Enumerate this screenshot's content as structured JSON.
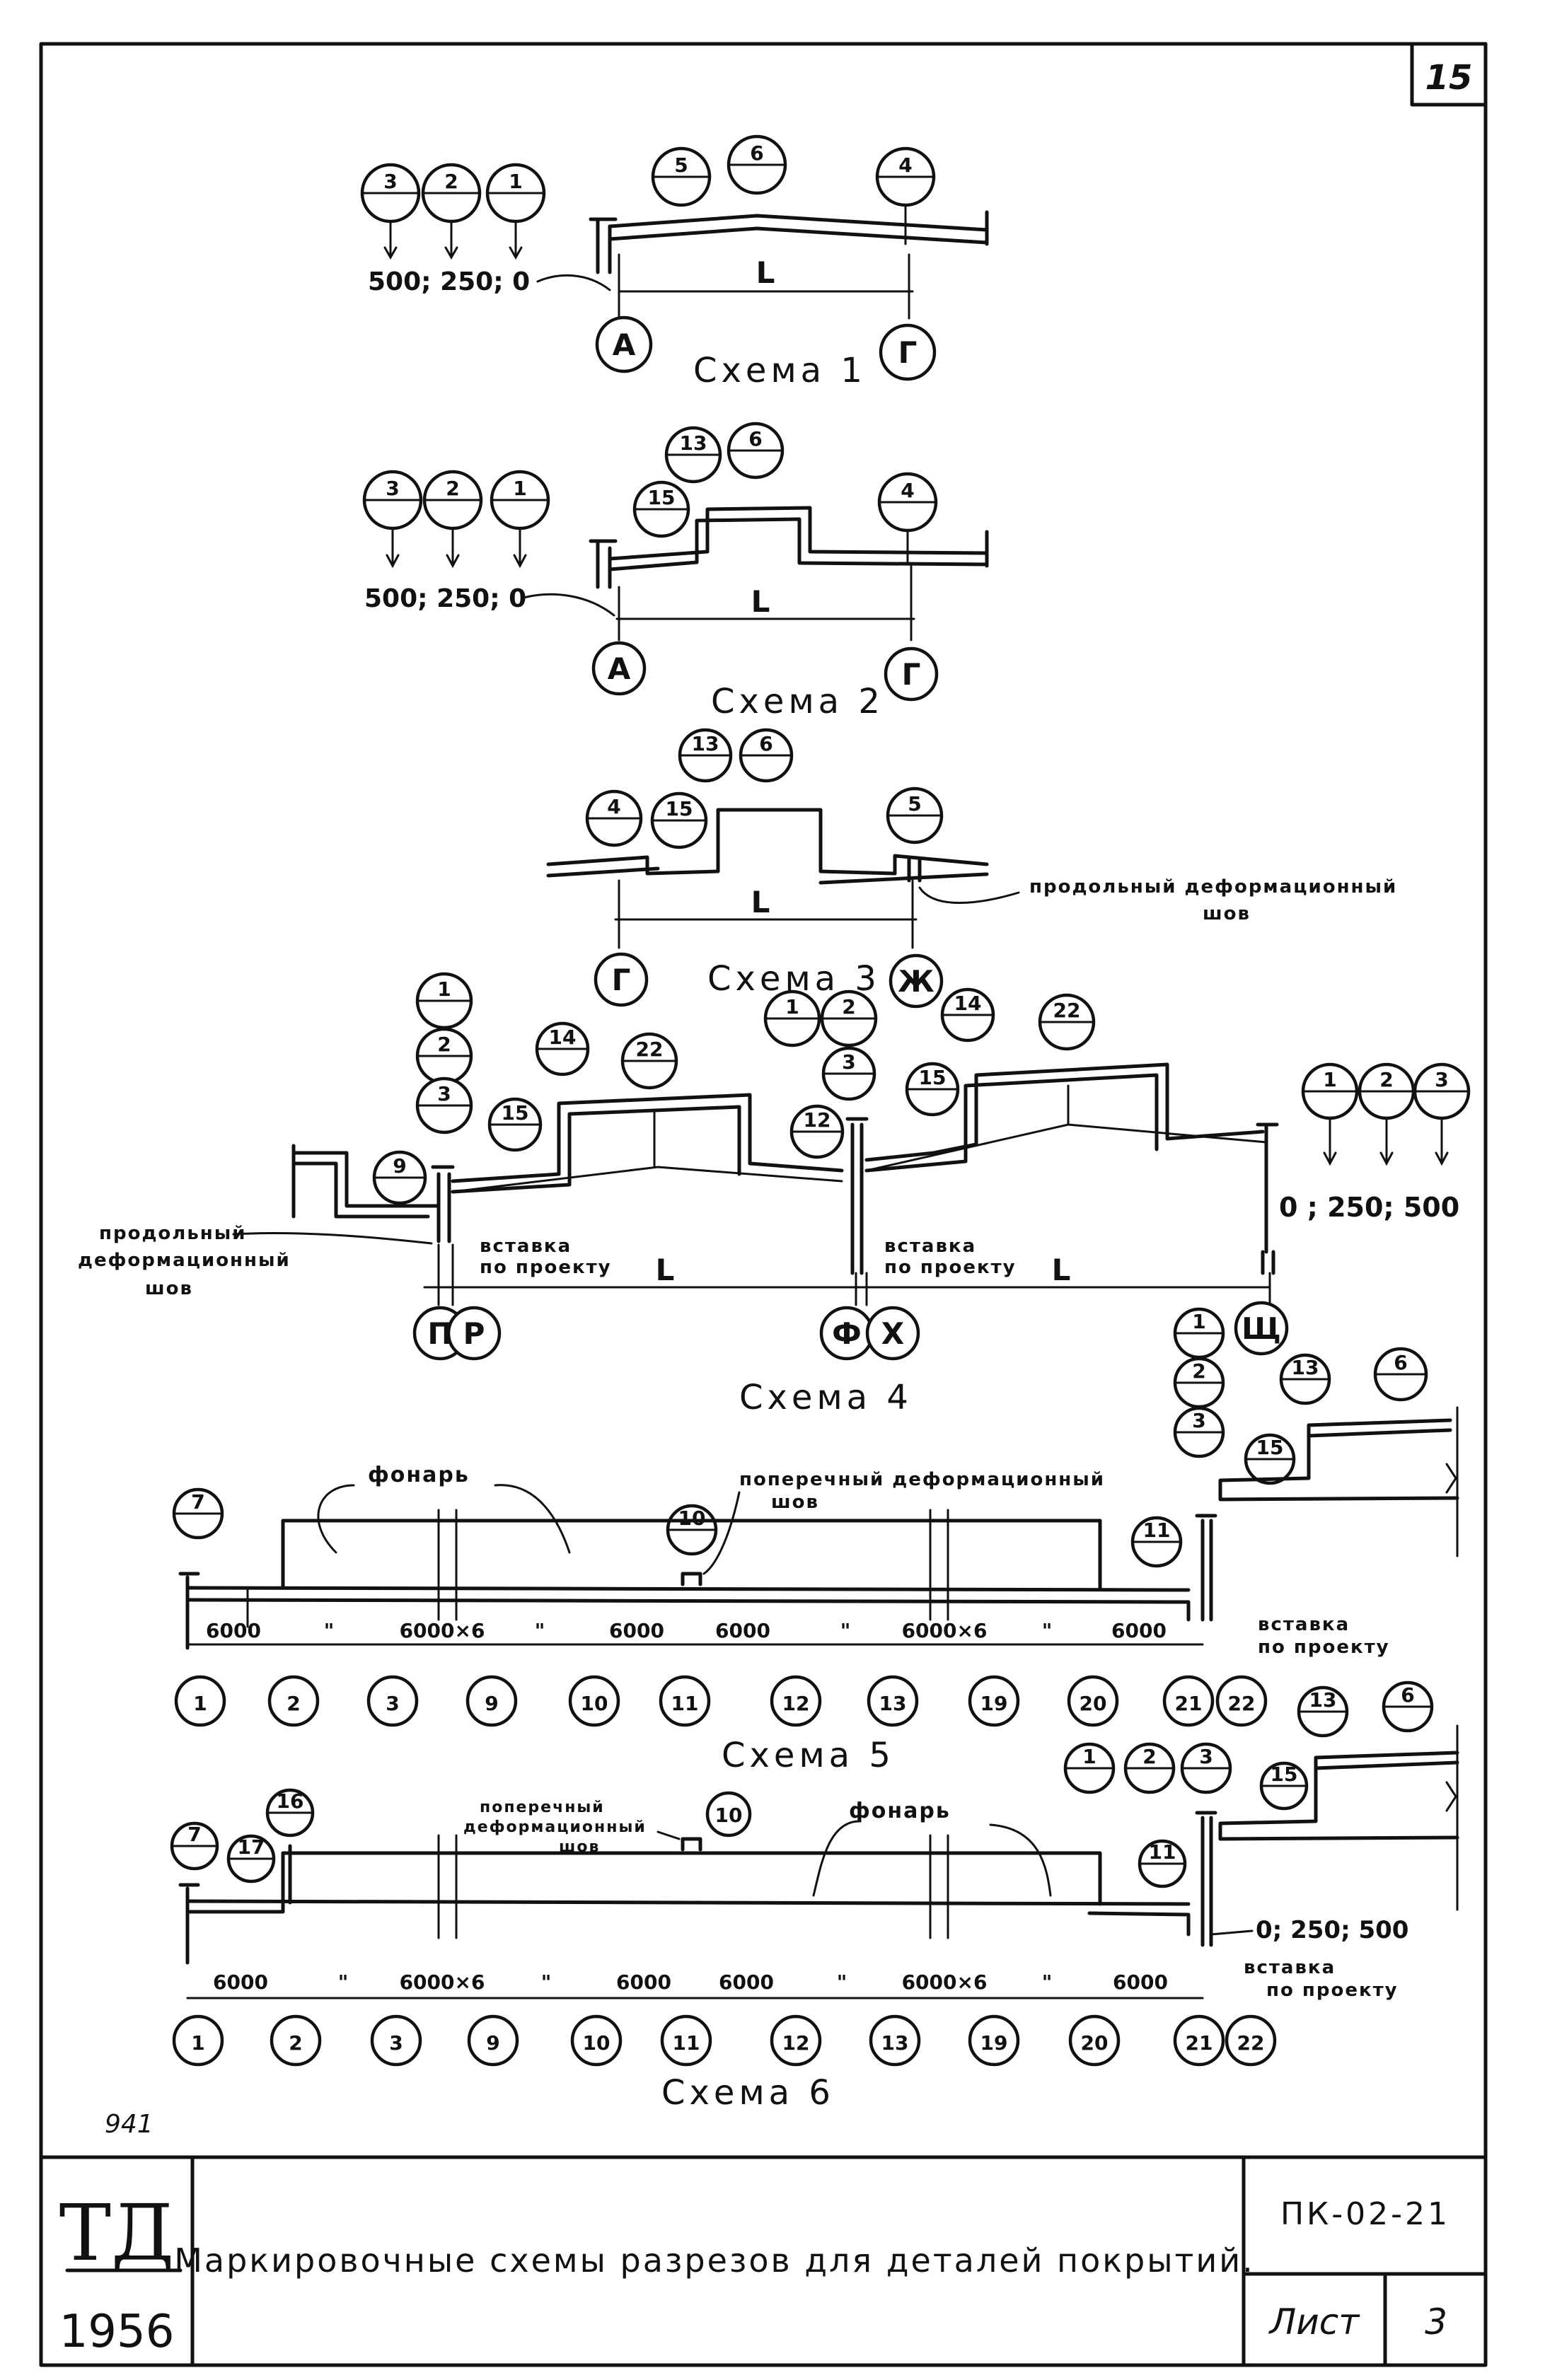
{
  "sheet_number": "15",
  "corner_note": "941",
  "stamp": {
    "logo": "ТД",
    "year": "1956"
  },
  "title_block": {
    "title": "Маркировочные схемы разрезов для деталей покрытий.",
    "code": "ПК-02-21",
    "sheet_label": "Лист",
    "sheet_value": "3"
  },
  "scheme1": {
    "caption": "Схема 1",
    "markers_top": [
      "3",
      "2",
      "1"
    ],
    "marker_values": "500; 250; 0",
    "markers_roof": [
      "5",
      "6",
      "4"
    ],
    "span": "L",
    "axes": [
      "А",
      "Г"
    ]
  },
  "scheme2": {
    "caption": "Схема 2",
    "markers_top": [
      "3",
      "2",
      "1"
    ],
    "marker_values": "500; 250; 0",
    "markers_roof": [
      "13",
      "6",
      "15",
      "4"
    ],
    "span": "L",
    "axes": [
      "А",
      "Г"
    ]
  },
  "scheme3": {
    "caption": "Схема 3",
    "markers_roof": [
      "13",
      "6",
      "4",
      "15",
      "5"
    ],
    "span": "L",
    "axes": [
      "Г",
      "Ж"
    ],
    "note_line1": "продольный деформационный",
    "note_line2": "шов"
  },
  "scheme4": {
    "caption": "Схема 4",
    "markers": [
      "1",
      "2",
      "3",
      "14",
      "22",
      "15",
      "9",
      "1",
      "2",
      "3",
      "12",
      "14",
      "22",
      "15"
    ],
    "markers_right": [
      "1",
      "2",
      "3"
    ],
    "marker_values": "0 ; 250; 500",
    "span": "L",
    "note_left": [
      "продольный",
      "деформационный",
      "шов"
    ],
    "insert_label": [
      "вставка",
      "по проекту"
    ],
    "axes": [
      "П",
      "Р",
      "Ф",
      "Х",
      "Щ"
    ]
  },
  "scheme5": {
    "caption": "Схема 5",
    "lantern_label": "фонарь",
    "joint_label": [
      "поперечный деформационный",
      "шов"
    ],
    "markers": [
      "7",
      "10",
      "11",
      "1",
      "2",
      "3",
      "13",
      "6",
      "15"
    ],
    "spans": [
      "6000",
      "\"",
      "6000×6",
      "\"",
      "6000",
      "6000",
      "\"",
      "6000×6",
      "\"",
      "6000"
    ],
    "insert_label": [
      "вставка",
      "по проекту"
    ],
    "axes": [
      "1",
      "2",
      "3",
      "9",
      "10",
      "11",
      "12",
      "13",
      "19",
      "20",
      "21",
      "22"
    ]
  },
  "scheme6": {
    "caption": "Схема 6",
    "lantern_label": "фонарь",
    "joint_label": [
      "поперечный",
      "деформационный",
      "шов"
    ],
    "markers": [
      "16",
      "7",
      "17",
      "10",
      "11",
      "1",
      "2",
      "3",
      "13",
      "6",
      "15"
    ],
    "marker_values": "0; 250; 500",
    "spans": [
      "6000",
      "\"",
      "6000×6",
      "\"",
      "6000",
      "6000",
      "\"",
      "6000×6",
      "\"",
      "6000"
    ],
    "insert_label": [
      "вставка",
      "по проекту"
    ],
    "axes": [
      "1",
      "2",
      "3",
      "9",
      "10",
      "11",
      "12",
      "13",
      "19",
      "20",
      "21",
      "22"
    ]
  }
}
